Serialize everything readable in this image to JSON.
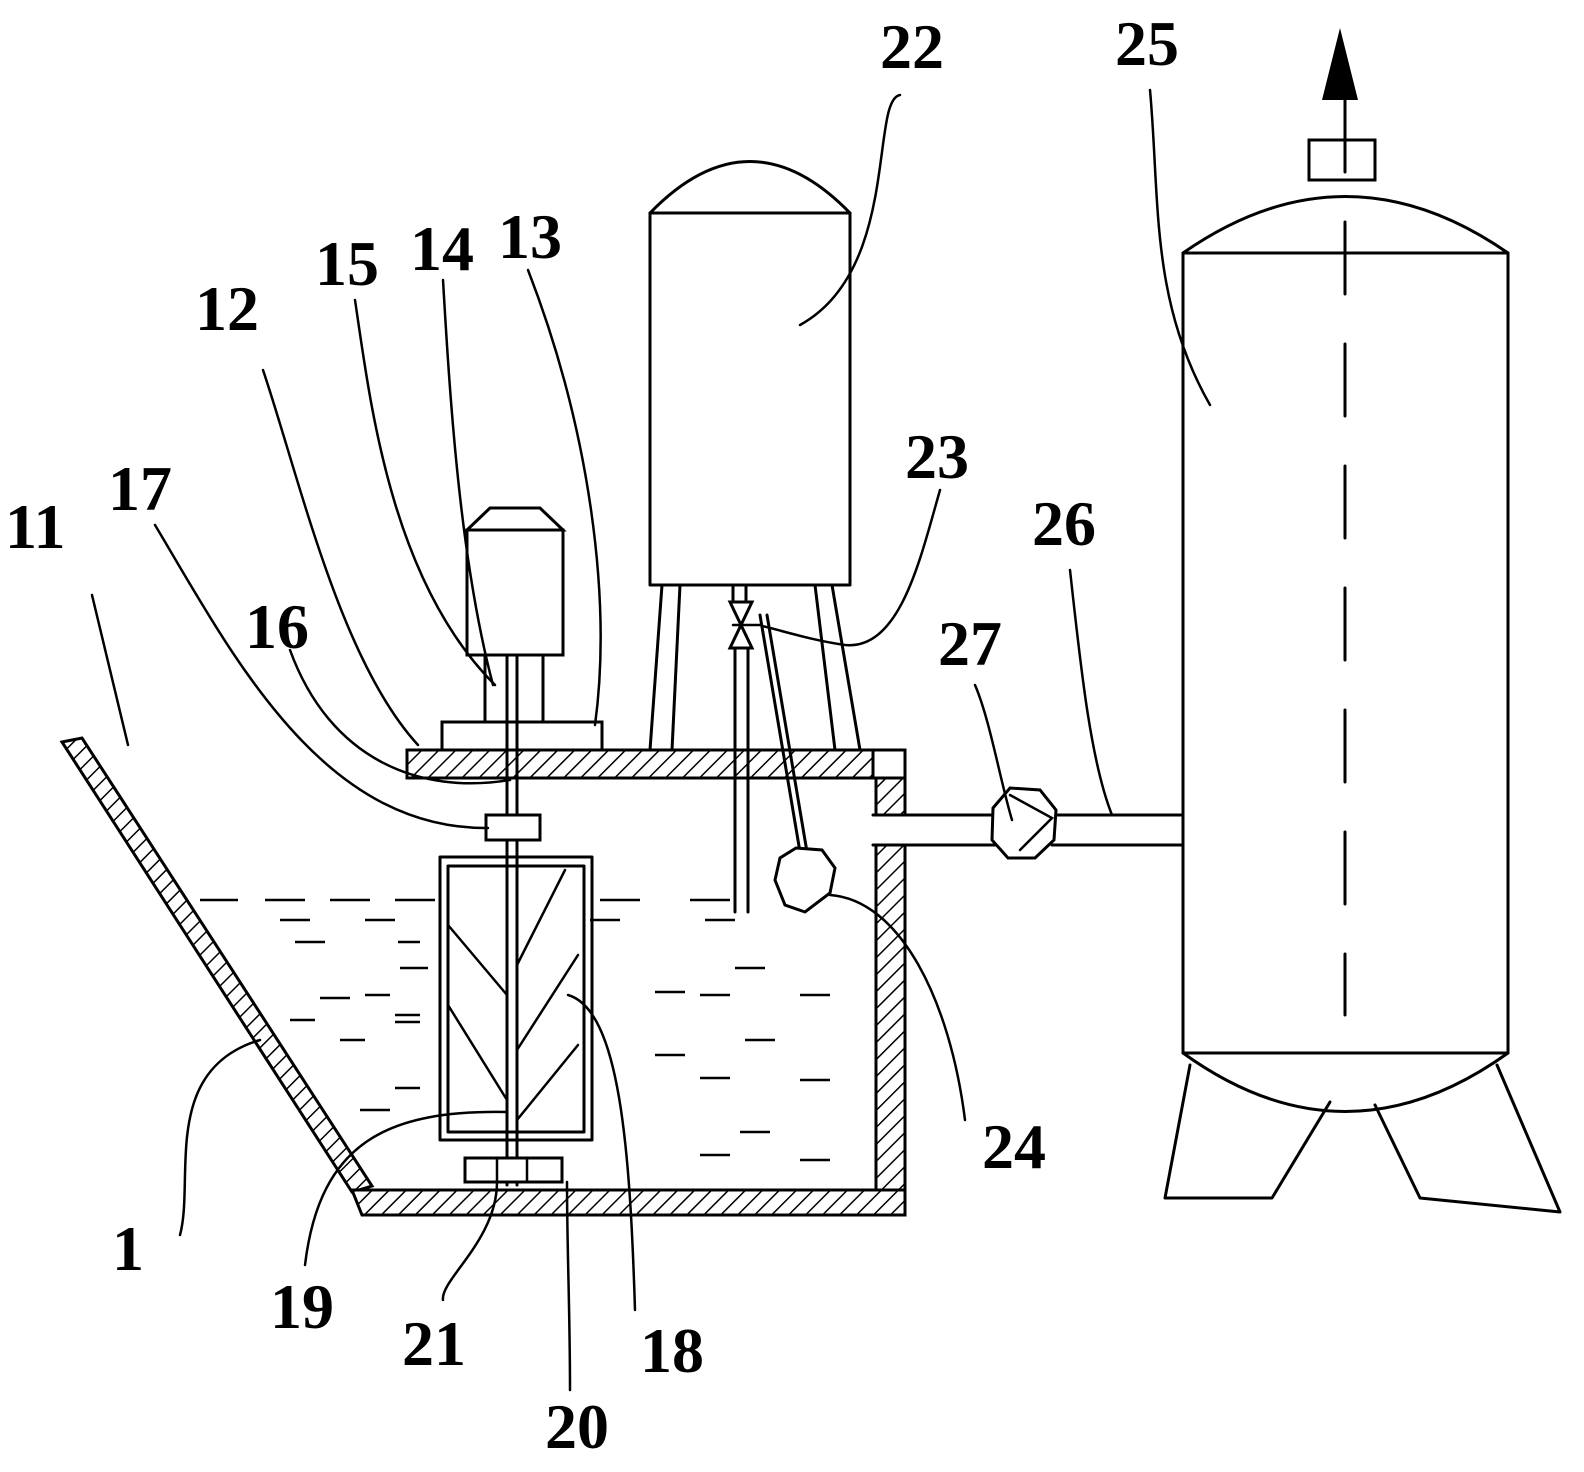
{
  "diagram": {
    "labels": {
      "l1": "1",
      "l11": "11",
      "l12": "12",
      "l13": "13",
      "l14": "14",
      "l15": "15",
      "l16": "16",
      "l17": "17",
      "l18": "18",
      "l19": "19",
      "l20": "20",
      "l21": "21",
      "l22": "22",
      "l23": "23",
      "l24": "24",
      "l25": "25",
      "l26": "26",
      "l27": "27"
    }
  }
}
